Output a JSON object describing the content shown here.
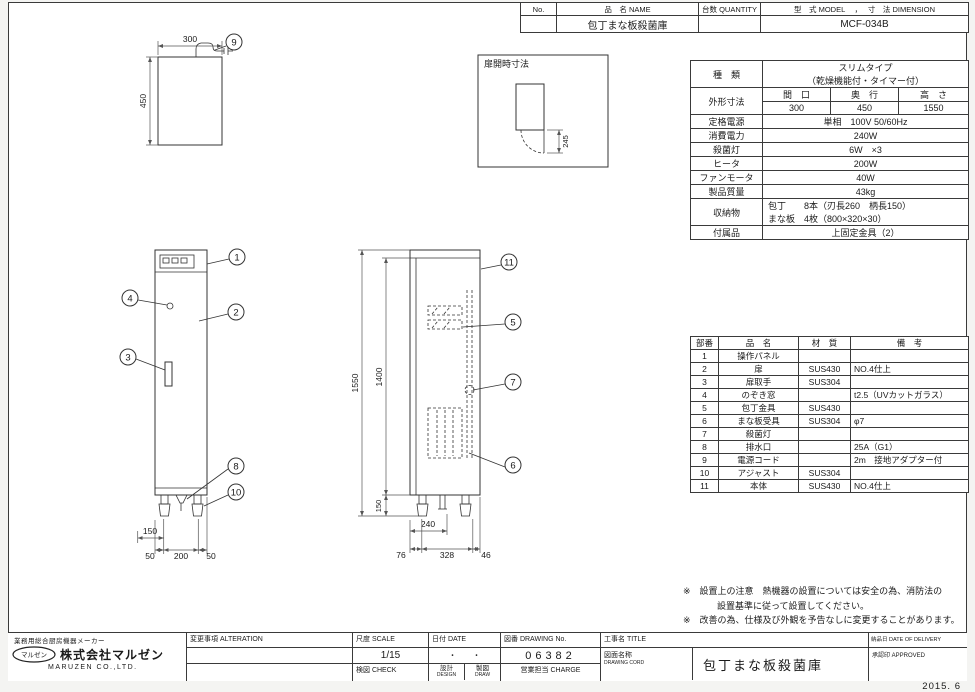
{
  "header_table": {
    "no_label": "No.",
    "name_label": "品　名 NAME",
    "qty_label": "台数 QUANTITY",
    "model_label": "型　式 MODEL　 ，　 寸　法 DIMENSION",
    "product_name": "包丁まな板殺菌庫",
    "model_value": "MCF-034B"
  },
  "spec_table": {
    "type_label": "種　類",
    "type_value_1": "スリムタイプ",
    "type_value_2": "（乾燥機能付・タイマー付）",
    "dims_label": "外形寸法",
    "dim_w_label": "間　口",
    "dim_d_label": "奥　行",
    "dim_h_label": "高　さ",
    "dim_w": "300",
    "dim_d": "450",
    "dim_h": "1550",
    "power_label": "定格電源",
    "power_value": "単相　100V 50/60Hz",
    "consumption_label": "消費電力",
    "consumption_value": "240W",
    "uv_label": "殺菌灯",
    "uv_value": "6W　×3",
    "heater_label": "ヒータ",
    "heater_value": "200W",
    "fan_label": "ファンモータ",
    "fan_value": "40W",
    "weight_label": "製品質量",
    "weight_value": "43kg",
    "storage_label": "収納物",
    "storage_value_1": "包丁　　8本（刃長260　柄長150）",
    "storage_value_2": "まな板　4枚（800×320×30）",
    "accessory_label": "付属品",
    "accessory_value": "上固定金具（2）"
  },
  "parts_table": {
    "headers": {
      "no": "部番",
      "name": "品　名",
      "material": "材　質",
      "note": "備　考"
    },
    "rows": [
      {
        "no": "1",
        "name": "操作パネル",
        "material": "",
        "note": ""
      },
      {
        "no": "2",
        "name": "扉",
        "material": "SUS430",
        "note": "NO.4仕上"
      },
      {
        "no": "3",
        "name": "扉取手",
        "material": "SUS304",
        "note": ""
      },
      {
        "no": "4",
        "name": "のぞき窓",
        "material": "",
        "note": "t2.5（UVカットガラス）"
      },
      {
        "no": "5",
        "name": "包丁金具",
        "material": "SUS430",
        "note": ""
      },
      {
        "no": "6",
        "name": "まな板受具",
        "material": "SUS304",
        "note": "φ7"
      },
      {
        "no": "7",
        "name": "殺菌灯",
        "material": "",
        "note": ""
      },
      {
        "no": "8",
        "name": "排水口",
        "material": "",
        "note": "25A（G1）"
      },
      {
        "no": "9",
        "name": "電源コード",
        "material": "",
        "note": "2m　接地アダプター付"
      },
      {
        "no": "10",
        "name": "アジャスト",
        "material": "SUS304",
        "note": ""
      },
      {
        "no": "11",
        "name": "本体",
        "material": "SUS430",
        "note": "NO.4仕上"
      }
    ]
  },
  "drawings": {
    "door_open_title": "扉開時寸法",
    "door_open_dim": "245",
    "top_view": {
      "width_dim": "300",
      "depth_dim": "450"
    },
    "front_view": {
      "dim_150": "150",
      "dim_50l": "50",
      "dim_200": "200",
      "dim_50r": "50"
    },
    "side_view": {
      "dim_total_height": "1550",
      "dim_inner_height": "1400",
      "dim_leg_height": "150",
      "dim_240": "240",
      "dim_76": "76",
      "dim_328": "328",
      "dim_46": "46"
    },
    "callouts": [
      "1",
      "2",
      "3",
      "4",
      "5",
      "6",
      "7",
      "8",
      "9",
      "10",
      "11"
    ]
  },
  "notes": {
    "note1_line1": "※　設置上の注意　熱機器の設置については安全の為、消防法の",
    "note1_line2": "設置基準に従って設置してください。",
    "note2": "※　改善の為、仕様及び外観を予告なしに変更することがあります。"
  },
  "title_block": {
    "maker_tagline": "業務用総合厨房機器メーカー",
    "logo_text": "マルゼン",
    "company_name": "株式会社マルゼン",
    "company_name_en": "MARUZEN CO.,LTD.",
    "alteration_label": "変更事項 ALTERATION",
    "scale_label": "尺度 SCALE",
    "scale_value": "1/15",
    "check_label": "検図 CHECK",
    "date_label": "日付 DATE",
    "date_value": "・　　・",
    "design_jp": "設計",
    "design_en": "DESIGN",
    "draw_jp": "製図",
    "draw_en": "DRAW",
    "drawing_no_label": "図番 DRAWING No.",
    "drawing_no_value": "06382",
    "charge_label": "営業担当 CHARGE",
    "title_label": "工事名 TITLE",
    "drawing_name_label_jp": "図面名称",
    "drawing_name_label_en": "DRAWING CORD",
    "drawing_name_value": "包丁まな板殺菌庫",
    "delivery_label": "納品日 DATE OF DELIVERY",
    "approved_label": "承認印 APPROVED",
    "issue_date": "2015. 6"
  }
}
